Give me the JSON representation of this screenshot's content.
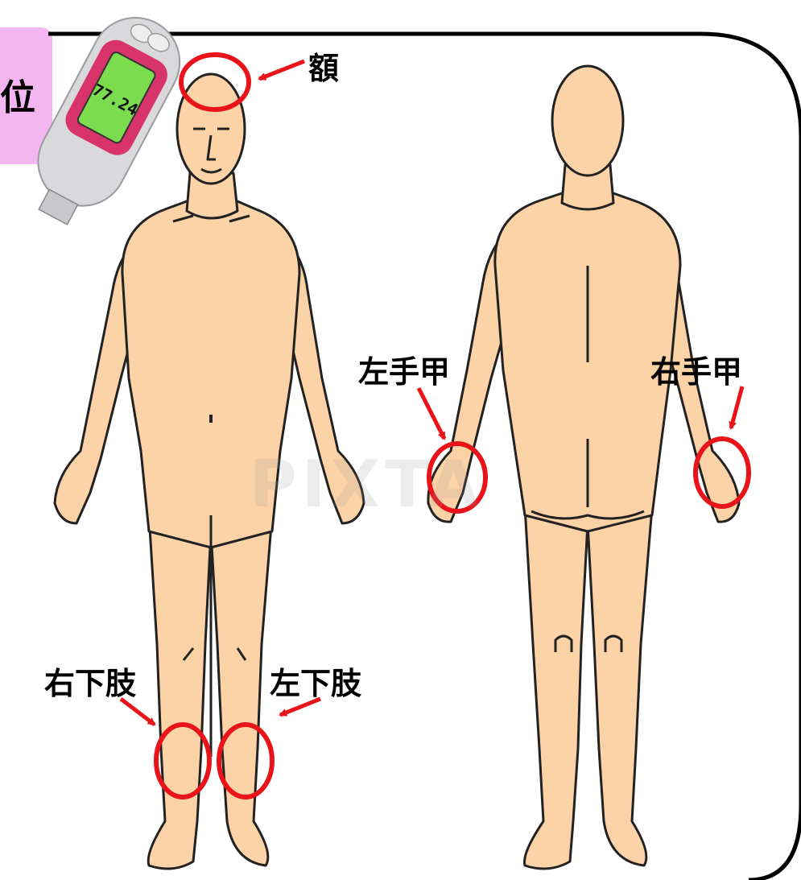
{
  "corner_tab": {
    "text": "位",
    "color": "#f4b6f0"
  },
  "watermark": "PIXTA",
  "labels": {
    "forehead": "額",
    "left_hand_back": "左手甲",
    "right_hand_back": "右手甲",
    "right_lower_limb": "右下肢",
    "left_lower_limb": "左下肢"
  },
  "colors": {
    "skin": "#fcd3a6",
    "outline": "#222222",
    "marker": "#e8141a",
    "frame": "#000000"
  },
  "device": {
    "display_reading": "77.24"
  },
  "icons": [
    "thermometer-device-icon",
    "body-front-figure",
    "body-back-figure"
  ]
}
